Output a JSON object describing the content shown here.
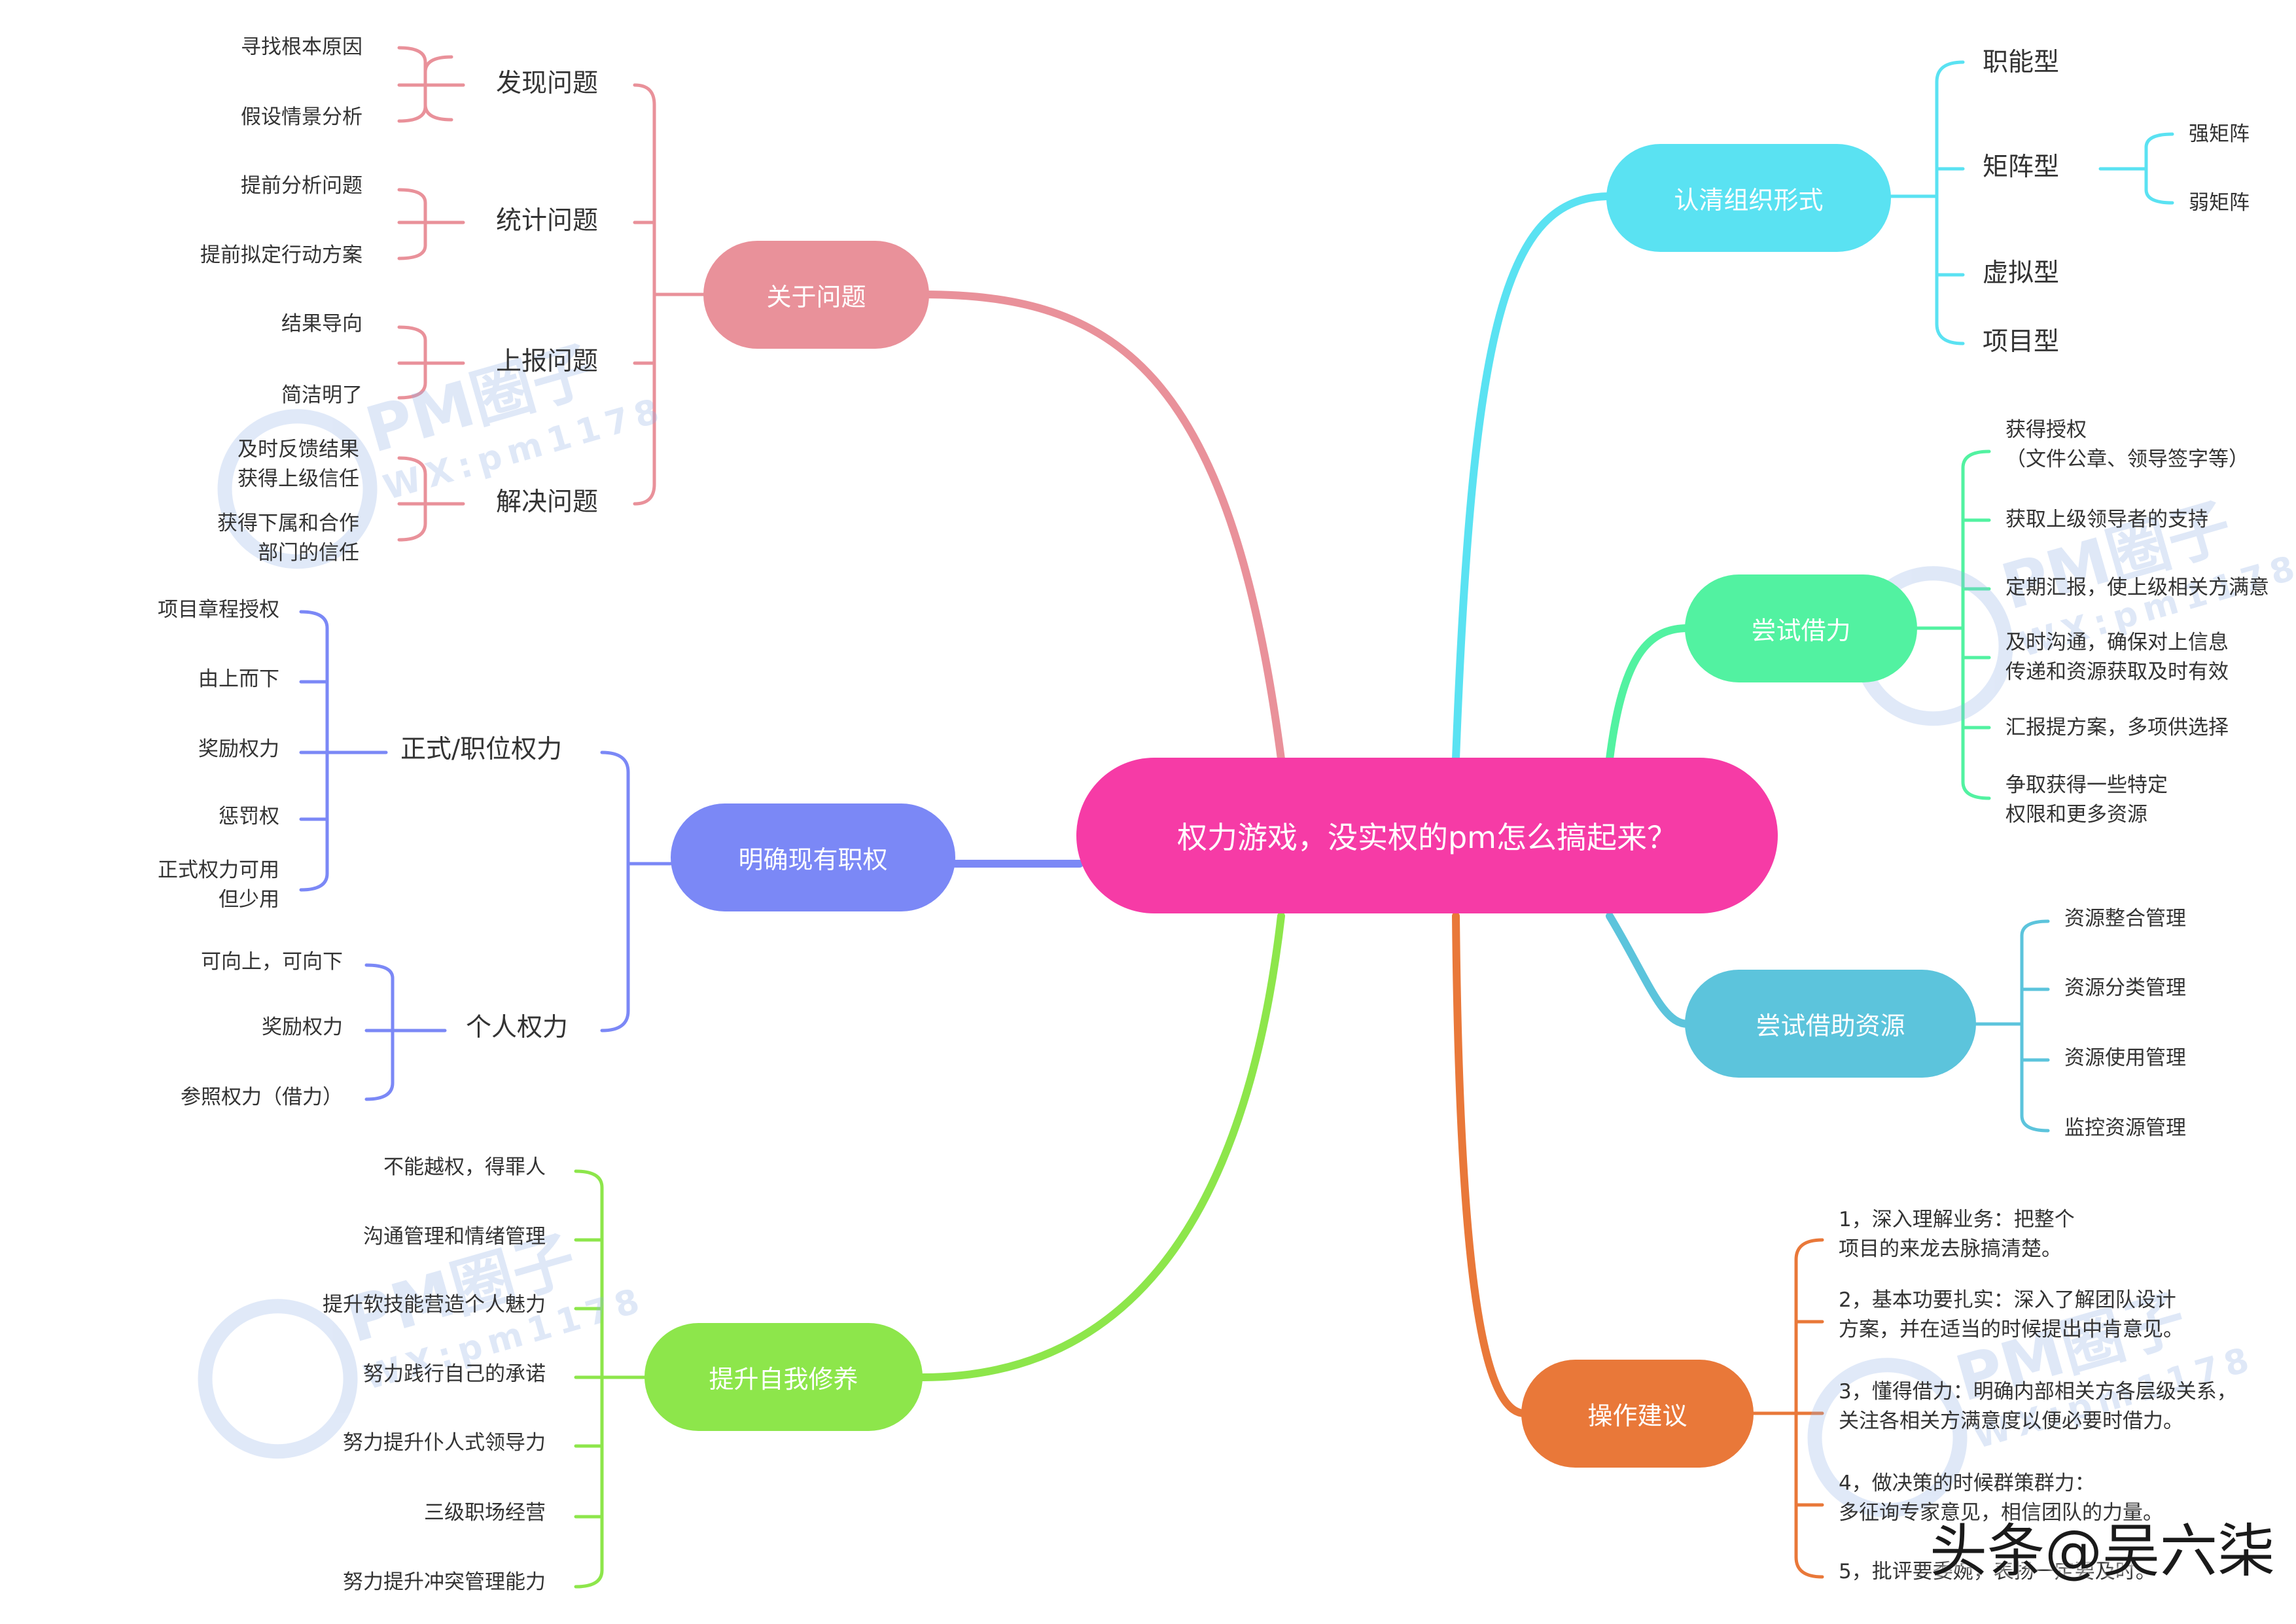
{
  "center": {
    "label": "权力游戏，没实权的pm怎么搞起来？",
    "color": "#f63ba6"
  },
  "branches": {
    "guanyu": {
      "label": "关于问题",
      "color": "#e9919a",
      "subs": [
        {
          "label": "发现问题",
          "leaves": [
            "寻找根本原因",
            "假设情景分析"
          ]
        },
        {
          "label": "统计问题",
          "leaves": [
            "提前分析问题",
            "提前拟定行动方案"
          ]
        },
        {
          "label": "上报问题",
          "leaves": [
            "结果导向",
            "简洁明了"
          ]
        },
        {
          "label": "解决问题",
          "leaves": [
            [
              "及时反馈结果",
              "获得上级信任"
            ],
            [
              "获得下属和合作",
              "部门的信任"
            ]
          ]
        }
      ]
    },
    "mingque": {
      "label": "明确现有职权",
      "color": "#7b88f6",
      "subs": [
        {
          "label": "正式/职位权力",
          "leaves": [
            "项目章程授权",
            "由上而下",
            "奖励权力",
            "惩罚权",
            [
              "正式权力可用",
              "但少用"
            ]
          ]
        },
        {
          "label": "个人权力",
          "leaves": [
            "可向上，可向下",
            "奖励权力",
            "参照权力（借力）"
          ]
        }
      ]
    },
    "tisheng": {
      "label": "提升自我修养",
      "color": "#8de64b",
      "leaves": [
        "不能越权，得罪人",
        "沟通管理和情绪管理",
        "提升软技能营造个人魅力",
        "努力践行自己的承诺",
        "努力提升仆人式领导力",
        "三级职场经营",
        "努力提升冲突管理能力"
      ]
    },
    "renqing": {
      "label": "认清组织形式",
      "color": "#5ae2f2",
      "subs": [
        {
          "label": "职能型"
        },
        {
          "label": "矩阵型",
          "leaves": [
            "强矩阵",
            "弱矩阵"
          ]
        },
        {
          "label": "虚拟型"
        },
        {
          "label": "项目型"
        }
      ]
    },
    "jieli": {
      "label": "尝试借力",
      "color": "#52f2a1",
      "leaves": [
        [
          "获得授权",
          "（文件公章、领导签字等）"
        ],
        "获取上级领导者的支持",
        "定期汇报，使上级相关方满意",
        [
          "及时沟通，确保对上信息",
          "传递和资源获取及时有效"
        ],
        "汇报提方案，多项供选择",
        [
          "争取获得一些特定",
          "权限和更多资源"
        ]
      ]
    },
    "ziyuan": {
      "label": "尝试借助资源",
      "color": "#5cc4dc",
      "leaves": [
        "资源整合管理",
        "资源分类管理",
        "资源使用管理",
        "监控资源管理"
      ]
    },
    "caozuo": {
      "label": "操作建议",
      "color": "#e97839",
      "leaves": [
        [
          "1，深入理解业务：把整个",
          "项目的来龙去脉搞清楚。"
        ],
        [
          "2，基本功要扎实：深入了解团队设计",
          "方案，并在适当的时候提出中肯意见。"
        ],
        [
          "3，懂得借力：明确内部相关方各层级关系，",
          "关注各相关方满意度以便必要时借力。"
        ],
        [
          "4，做决策的时候群策群力：",
          "多征询专家意见，相信团队的力量。"
        ],
        "5，批评要委婉，表扬一定要及时。"
      ]
    }
  },
  "watermark": {
    "brand": "PM圈子",
    "wechat": "WX:pm1178"
  },
  "credit": "头条@吴六柒"
}
